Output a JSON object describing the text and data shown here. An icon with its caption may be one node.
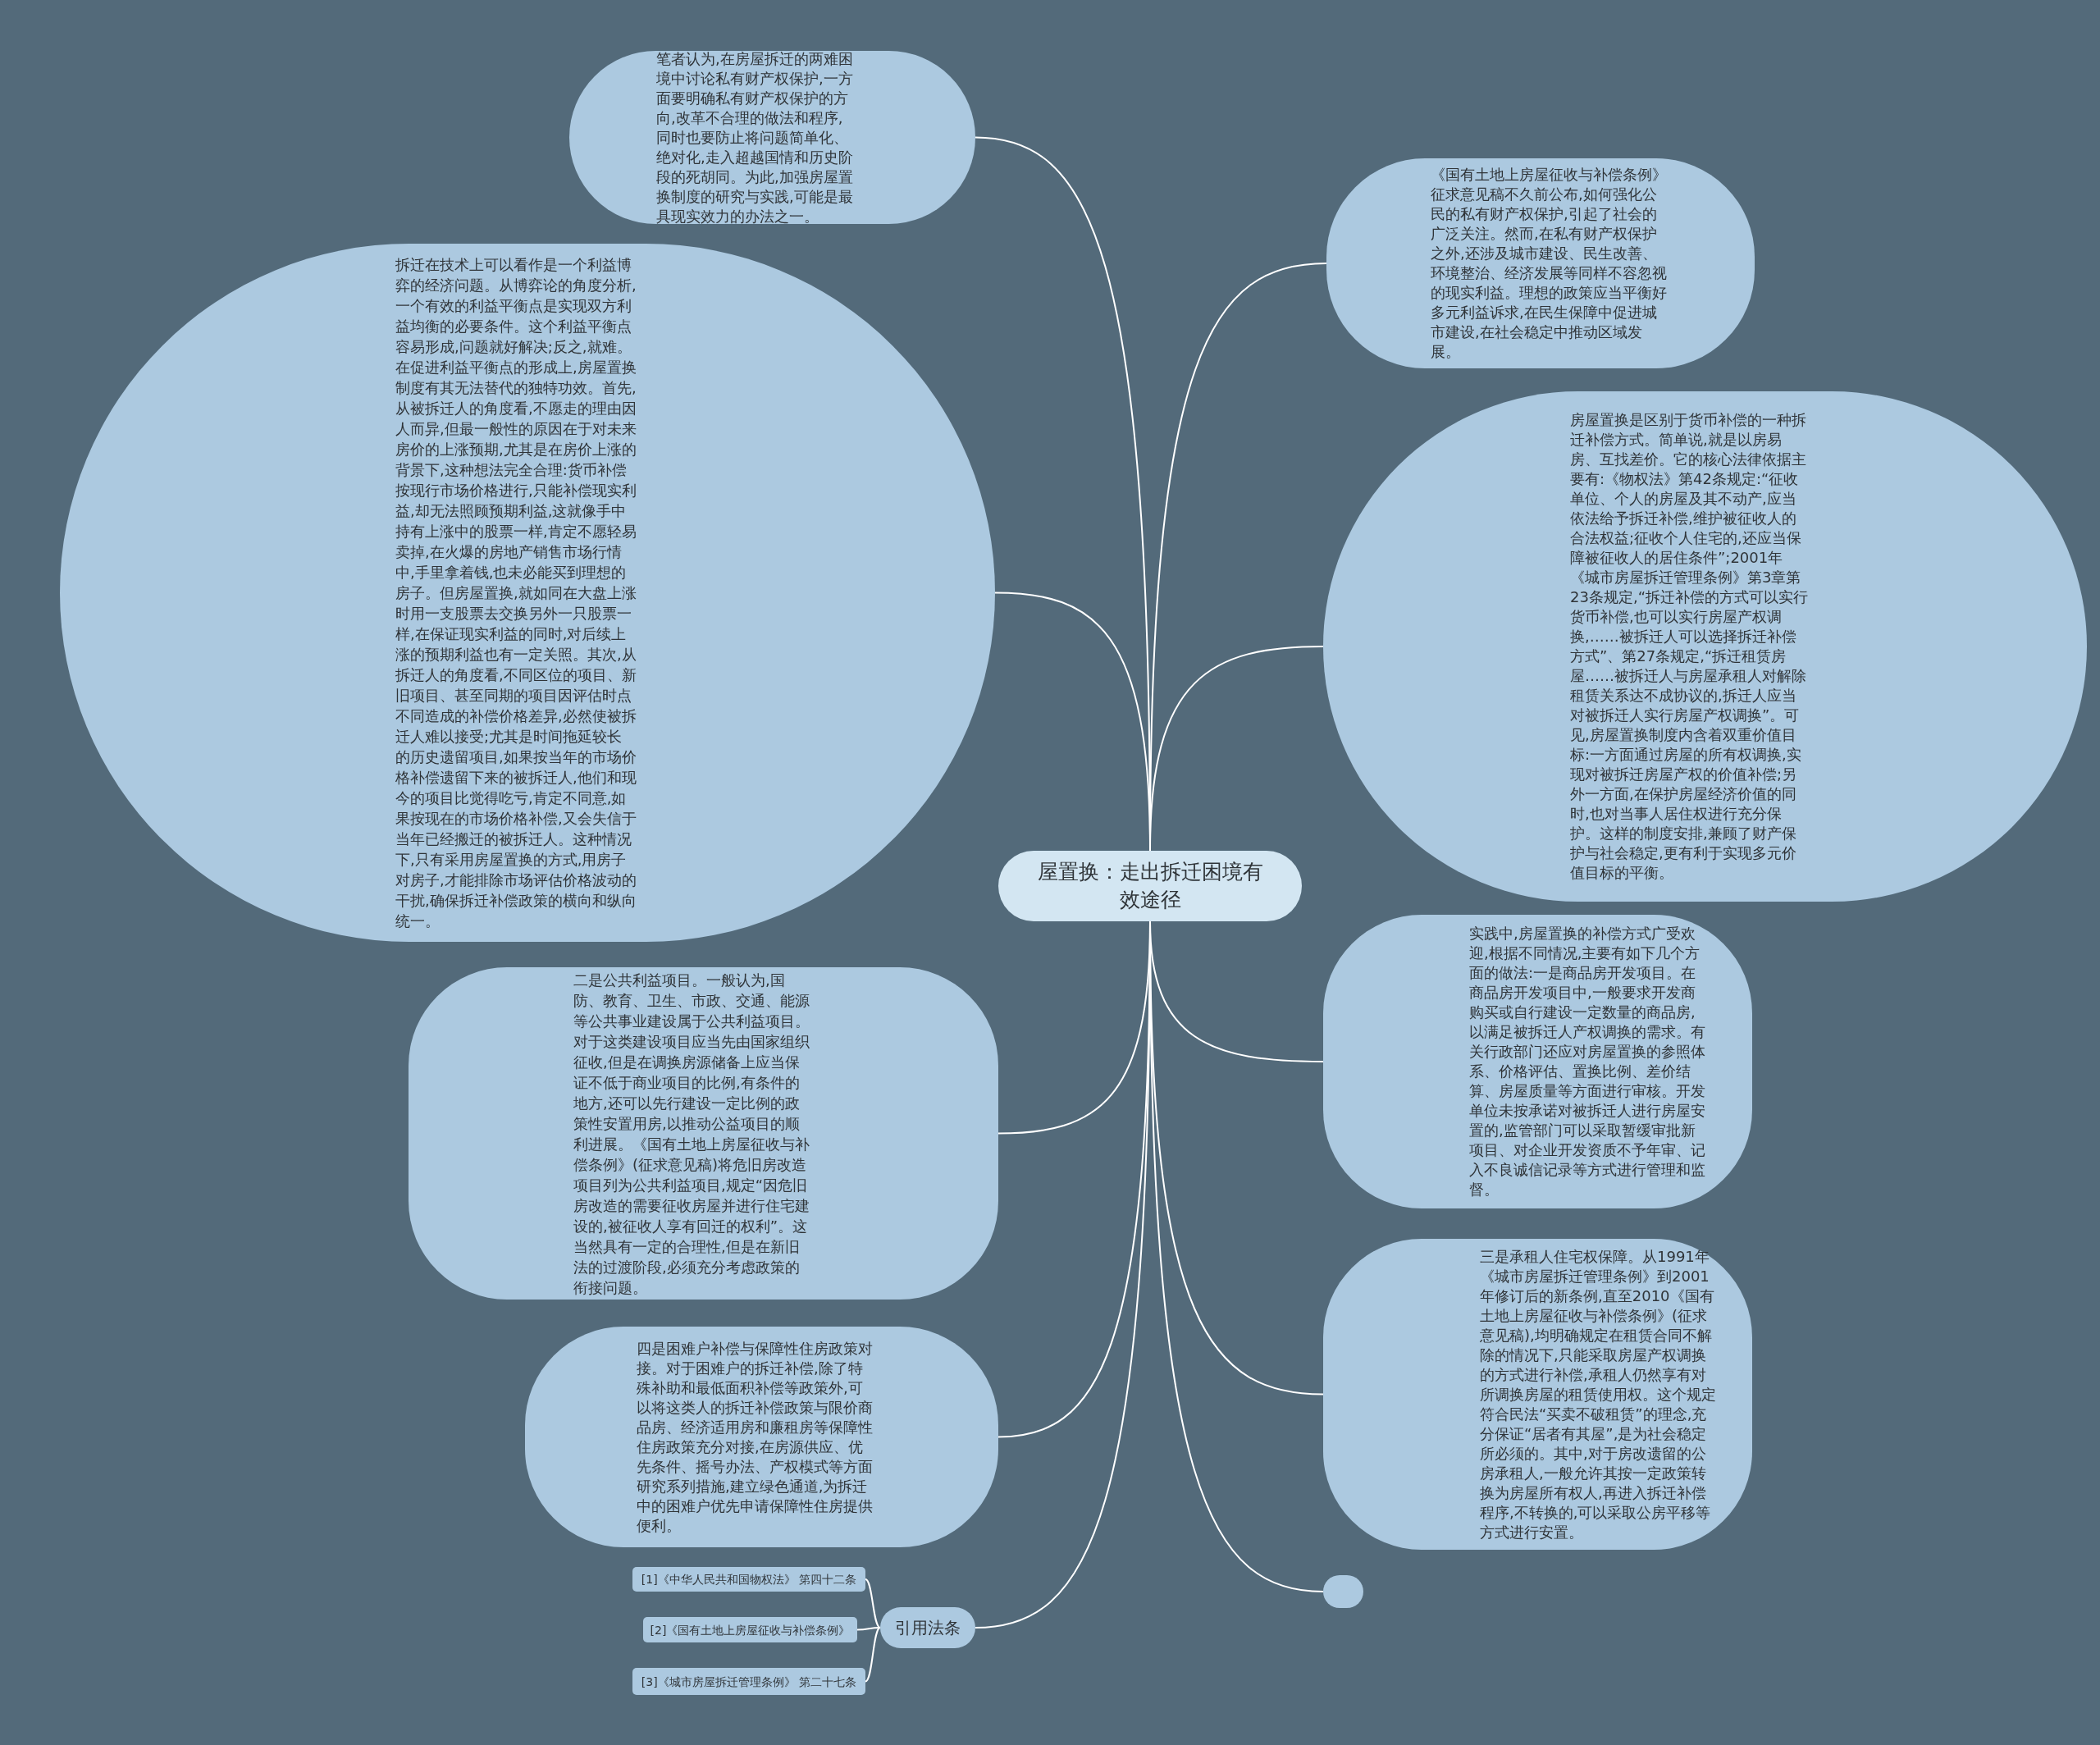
{
  "diagram": {
    "nodes": [
      {
        "text": [
          "屋置换：走出拆迁困境有效途径"
        ]
      },
      {
        "text": [
          "笔者认为,在房屋拆迁的两难困境中讨论私有财产权保护,一方面要明确私有财产权保护的方向,改革不合理的做法和程序,同时也要防止将问题简单化、绝对化,走入超越国情和历史阶段的死胡同。为此,加强房屋置换制度的研究与实践,可能是最具现实效力的办法之一。"
        ]
      },
      {
        "text": [
          "拆迁在技术上可以看作是一个利益博弈的经济问题。从博弈论的角度分析,一个有效的利益平衡点是实现双方利益均衡的必要条件。这个利益平衡点容易形成,问题就好解决;反之,就难。在促进利益平衡点的形成上,房屋置换制度有其无法替代的独特功效。首先,从被拆迁人的角度看,不愿走的理由因人而异,但最一般性的原因在于对未来房价的上涨预期,尤其是在房价上涨的背景下,这种想法完全合理:货币补偿按现行市场价格进行,只能补偿现实利益,却无法照顾预期利益,这就像手中持有上涨中的股票一样,肯定不愿轻易卖掉,在火爆的房地产销售市场行情中,手里拿着钱,也未必能买到理想的房子。但房屋置换,就如同在大盘上涨时用一支股票去交换另外一只股票一样,在保证现实利益的同时,对后续上涨的预期利益也有一定关照。其次,从拆迁人的角度看,不同区位的项目、新旧项目、甚至同期的项目因评估时点不同造成的补偿价格差异,必然使被拆迁人难以接受;尤其是时间拖延较长的历史遗留项目,如果按当年的市场价格补偿遗留下来的被拆迁人,他们和现今的项目比觉得吃亏,肯定不同意,如果按现在的市场价格补偿,又会失信于当年已经搬迁的被拆迁人。这种情况下,只有采用房屋置换的方式,用房子对房子,才能排除市场评估价格波动的干扰,确保拆迁补偿政策的横向和纵向统一。"
        ]
      },
      {
        "text": [
          "二是公共利益项目。一般认为,国防、教育、卫生、市政、交通、能源等公共事业建设属于公共利益项目。对于这类建设项目应当先由国家组织征收,但是在调换房源储备上应当保证不低于商业项目的比例,有条件的地方,还可以先行建设一定比例的政策性安置用房,以推动公益项目的顺利进展。《国有土地上房屋征收与补偿条例》(征求意见稿)将危旧房改造项目列为公共利益项目,规定“因危旧房改造的需要征收房屋并进行住宅建设的,被征收人享有回迁的权利”。这当然具有一定的合理性,但是在新旧法的过渡阶段,必须充分考虑政策的衔接问题。"
        ]
      },
      {
        "text": [
          "四是困难户补偿与保障性住房政策对接。对于困难户的拆迁补偿,除了特殊补助和最低面积补偿等政策外,可以将这类人的拆迁补偿政策与限价商品房、经济适用房和廉租房等保障性住房政策充分对接,在房源供应、优先条件、摇号办法、产权模式等方面研究系列措施,建立绿色通道,为拆迁中的困难户优先申请保障性住房提供便利。"
        ]
      },
      {
        "text": [
          "引用法条"
        ]
      },
      {
        "text": [
          "[1]《中华人民共和国物权法》 第四十二条"
        ]
      },
      {
        "text": [
          "[2]《国有土地上房屋征收与补偿条例》"
        ]
      },
      {
        "text": [
          "[3]《城市房屋拆迁管理条例》 第二十七条"
        ]
      },
      {
        "text": [
          "《国有土地上房屋征收与补偿条例》征求意见稿不久前公布,如何强化公民的私有财产权保护,引起了社会的广泛关注。然而,在私有财产权保护之外,还涉及城市建设、民生改善、环境整治、经济发展等同样不容忽视的现实利益。理想的政策应当平衡好多元利益诉求,在民生保障中促进城市建设,在社会稳定中推动区域发展。"
        ]
      },
      {
        "text": [
          "房屋置换是区别于货币补偿的一种拆迁补偿方式。简单说,就是以房易房、互找差价。它的核心法律依据主要有:《物权法》第42条规定:“征收单位、个人的房屋及其不动产,应当依法给予拆迁补偿,维护被征收人的合法权益;征收个人住宅的,还应当保障被征收人的居住条件”;2001年《城市房屋拆迁管理条例》第3章第23条规定,“拆迁补偿的方式可以实行货币补偿,也可以实行房屋产权调换,……被拆迁人可以选择拆迁补偿方式”、第27条规定,“拆迁租赁房屋……被拆迁人与房屋承租人对解除租赁关系达不成协议的,拆迁人应当对被拆迁人实行房屋产权调换”。可见,房屋置换制度内含着双重价值目标:一方面通过房屋的所有权调换,实现对被拆迁房屋产权的价值补偿;另外一方面,在保护房屋经济价值的同时,也对当事人居住权进行充分保护。这样的制度安排,兼顾了财产保护与社会稳定,更有利于实现多元价值目标的平衡。"
        ]
      },
      {
        "text": [
          "实践中,房屋置换的补偿方式广受欢迎,根据不同情况,主要有如下几个方面的做法:一是商品房开发项目。在商品房开发项目中,一般要求开发商购买或自行建设一定数量的商品房,以满足被拆迁人产权调换的需求。有关行政部门还应对房屋置换的参照体系、价格评估、置换比例、差价结算、房屋质量等方面进行审核。开发单位未按承诺对被拆迁人进行房屋安置的,监管部门可以采取暂缓审批新项目、对企业开发资质不予年审、记入不良诚信记录等方式进行管理和监督。"
        ]
      },
      {
        "text": [
          "三是承租人住宅权保障。从1991年《城市房屋拆迁管理条例》到2001年修订后的新条例,直至2010《国有土地上房屋征收与补偿条例》(征求意见稿),均明确规定在租赁合同不解除的情况下,只能采取房屋产权调换的方式进行补偿,承租人仍然享有对所调换房屋的租赁使用权。这个规定符合民法“买卖不破租赁”的理念,充分保证“居者有其屋”,是为社会稳定所必须的。其中,对于房改遗留的公房承租人,一般允许其按一定政策转换为房屋所有权人,再进入拆迁补偿程序,不转换的,可以采取公房平移等方式进行安置。"
        ]
      },
      {
        "text": [],
        "shape": "circle"
      }
    ],
    "edges": [
      {
        "from": 0,
        "to": 1,
        "arrow": "none"
      },
      {
        "from": 0,
        "to": 2,
        "arrow": "none"
      },
      {
        "from": 0,
        "to": 3,
        "arrow": "none"
      },
      {
        "from": 0,
        "to": 4,
        "arrow": "none"
      },
      {
        "from": 0,
        "to": 5,
        "arrow": "none"
      },
      {
        "from": 5,
        "to": 6,
        "arrow": "none"
      },
      {
        "from": 5,
        "to": 7,
        "arrow": "none"
      },
      {
        "from": 5,
        "to": 8,
        "arrow": "none"
      },
      {
        "from": 0,
        "to": 9,
        "arrow": "none"
      },
      {
        "from": 0,
        "to": 10,
        "arrow": "none"
      },
      {
        "from": 0,
        "to": 11,
        "arrow": "none"
      },
      {
        "from": 0,
        "to": 12,
        "arrow": "none"
      },
      {
        "from": 0,
        "to": 13,
        "arrow": "none"
      }
    ]
  }
}
